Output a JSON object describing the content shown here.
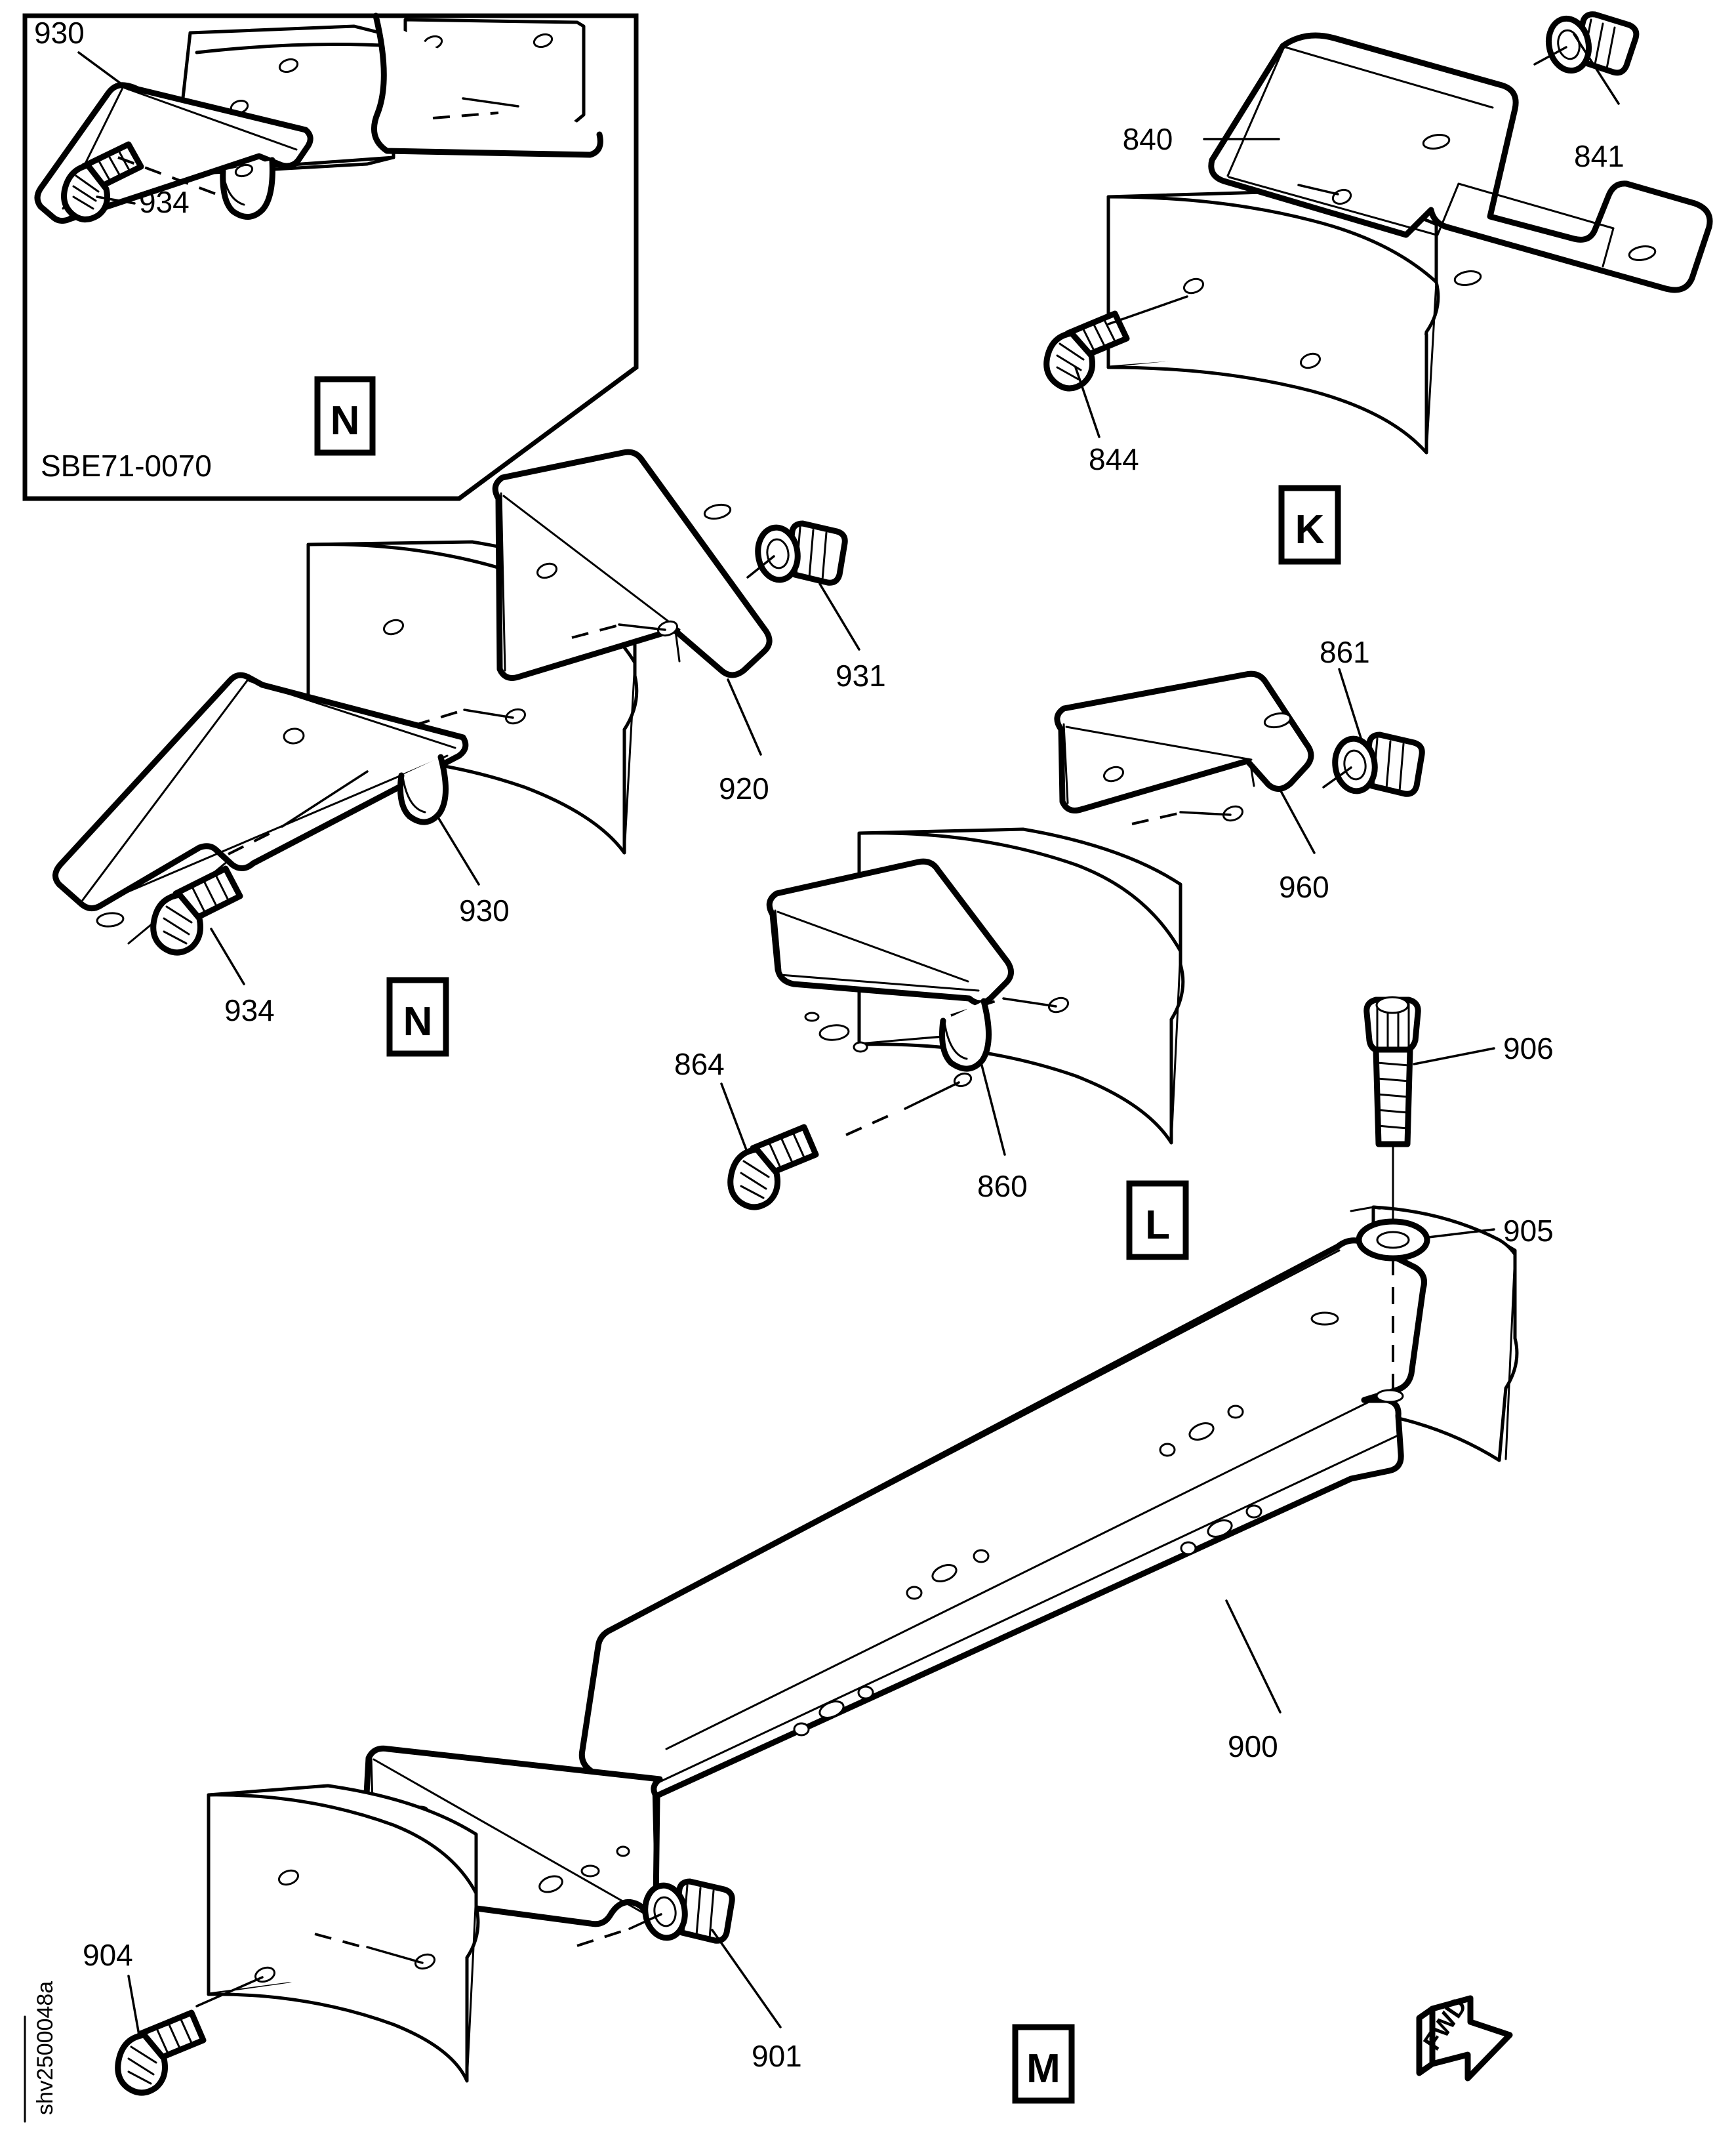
{
  "drawing": {
    "sheet_code": "shv2500048a",
    "inset_code": "SBE71-0070",
    "orientation_marker": "FWD"
  },
  "section_markers": [
    {
      "id": "inset-n",
      "letter": "N"
    },
    {
      "id": "marker-k",
      "letter": "K"
    },
    {
      "id": "marker-n",
      "letter": "N"
    },
    {
      "id": "marker-l",
      "letter": "L"
    },
    {
      "id": "marker-m",
      "letter": "M"
    }
  ],
  "callouts": {
    "inset": [
      {
        "number": "930",
        "part": "bracket"
      },
      {
        "number": "934",
        "part": "bolt"
      }
    ],
    "section_k": [
      {
        "number": "840",
        "part": "bracket"
      },
      {
        "number": "841",
        "part": "bolt"
      },
      {
        "number": "844",
        "part": "bolt"
      }
    ],
    "section_n": [
      {
        "number": "920",
        "part": "bracket"
      },
      {
        "number": "930",
        "part": "bracket"
      },
      {
        "number": "931",
        "part": "bolt"
      },
      {
        "number": "934",
        "part": "bolt"
      }
    ],
    "section_l": [
      {
        "number": "860",
        "part": "bracket"
      },
      {
        "number": "861",
        "part": "bolt"
      },
      {
        "number": "864",
        "part": "bolt"
      },
      {
        "number": "960",
        "part": "bracket"
      }
    ],
    "section_m": [
      {
        "number": "900",
        "part": "rail"
      },
      {
        "number": "901",
        "part": "bolt"
      },
      {
        "number": "904",
        "part": "bolt"
      },
      {
        "number": "905",
        "part": "washer"
      },
      {
        "number": "906",
        "part": "bolt"
      }
    ]
  },
  "labels": {
    "n930_top": "930",
    "n934_top": "934",
    "n840": "840",
    "n841": "841",
    "n844": "844",
    "n931": "931",
    "n920": "920",
    "n930_mid": "930",
    "n934_mid": "934",
    "n861": "861",
    "n960": "960",
    "n864": "864",
    "n860": "860",
    "n906": "906",
    "n905": "905",
    "n900": "900",
    "n901": "901",
    "n904": "904"
  },
  "colors": {
    "line": "#000000",
    "background": "#ffffff"
  }
}
